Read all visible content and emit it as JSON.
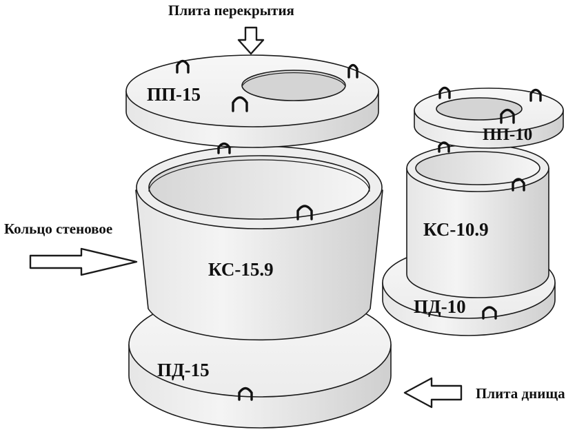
{
  "labels": {
    "top_slab_callout": "Плита перекрытия",
    "wall_ring_callout": "Кольцо стеновое",
    "bottom_slab_callout": "Плита днища",
    "pp15": "ПП-15",
    "ks159": "КС-15.9",
    "pd15": "ПД-15",
    "pp10": "ПП-10",
    "ks109": "КС-10.9",
    "pd10": "ПД-10"
  },
  "colors": {
    "background": "#ffffff",
    "concrete_light": "#f2f2f2",
    "concrete_mid": "#e2e2e2",
    "concrete_dark": "#c8c8c8",
    "outline": "#1a1a1a"
  },
  "icons": {
    "down_arrow": "hollow-arrow-down",
    "right_arrow": "hollow-arrow-right",
    "left_arrow": "hollow-arrow-left",
    "lifting_loop": "rebar-lifting-loop"
  }
}
